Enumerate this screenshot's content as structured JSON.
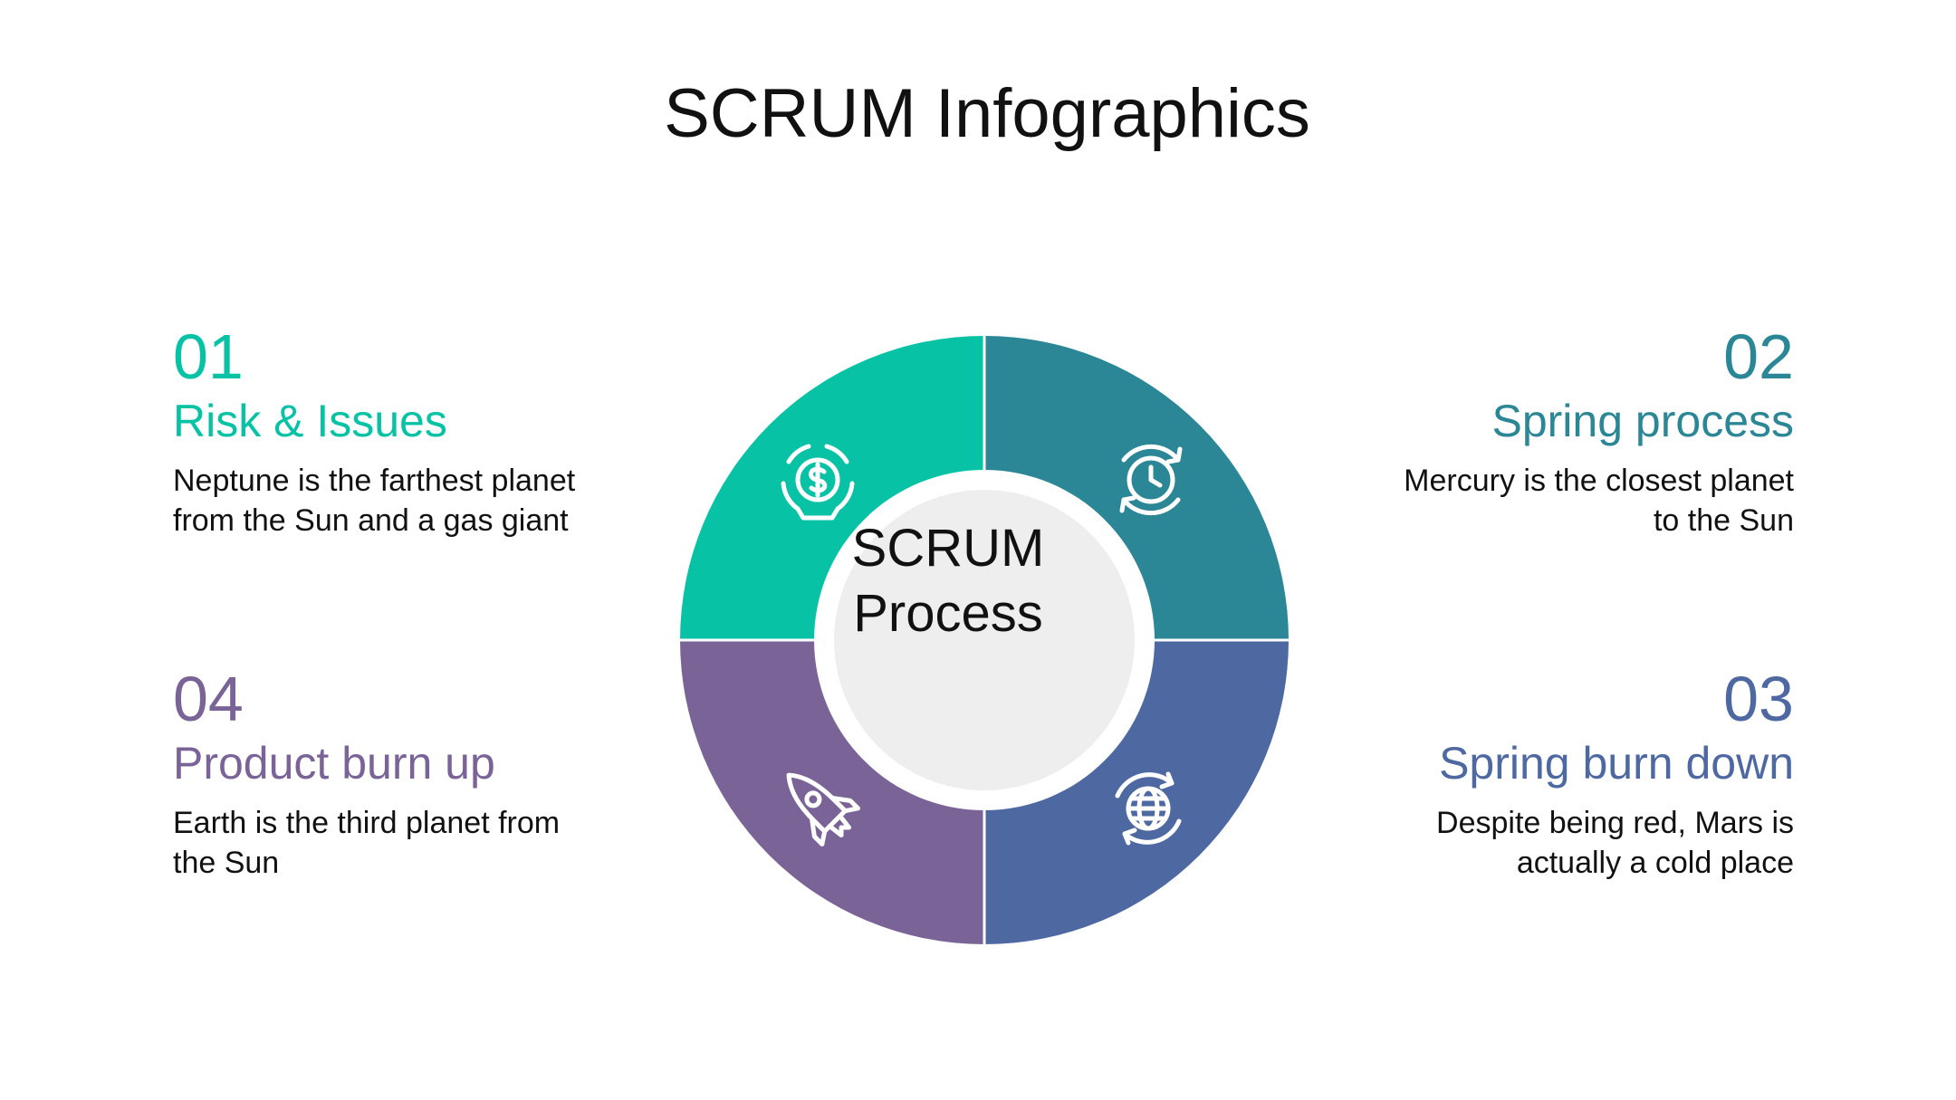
{
  "title": "SCRUM Infographics",
  "center_label": "SCRUM Process",
  "colors": {
    "teal": "#07C2A4",
    "blue_teal": "#2B8696",
    "indigo": "#4E68A2",
    "purple": "#7A6497",
    "center_ring": "#FFFFFF",
    "center_fill": "#EEEEEE",
    "text": "#111111"
  },
  "items": [
    {
      "number": "01",
      "heading": "Risk & Issues",
      "description": "Neptune is the farthest planet\nfrom the Sun and a gas giant",
      "icon": "dollar-cycle-icon",
      "color": "#07C2A4"
    },
    {
      "number": "02",
      "heading": "Spring process",
      "description": "Mercury is the closest planet\nto the Sun",
      "icon": "clock-cycle-icon",
      "color": "#2B8696"
    },
    {
      "number": "03",
      "heading": "Spring burn down",
      "description": "Despite being red, Mars is\nactually a cold place",
      "icon": "globe-cycle-icon",
      "color": "#4E68A2"
    },
    {
      "number": "04",
      "heading": "Product burn up",
      "description": "Earth is the third planet from\nthe Sun",
      "icon": "rocket-icon",
      "color": "#7A6497"
    }
  ]
}
